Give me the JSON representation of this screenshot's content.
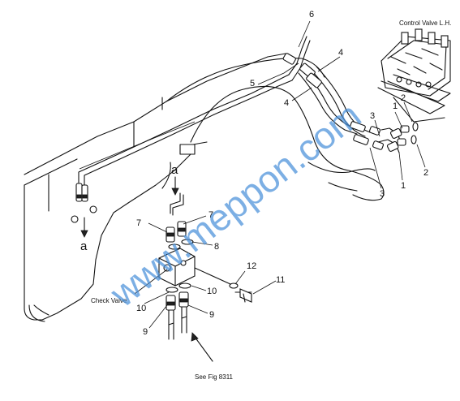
{
  "diagram": {
    "callouts": {
      "n1a": "1",
      "n1b": "1",
      "n2a": "2",
      "n2b": "2",
      "n3a": "3",
      "n3b": "3",
      "n4a": "4",
      "n4b": "4",
      "n5": "5",
      "n6": "6",
      "n7a": "7",
      "n7b": "7",
      "n8": "8",
      "n9a": "9",
      "n9b": "9",
      "n10a": "10",
      "n10b": "10",
      "n11": "11",
      "n12": "12"
    },
    "section_marks": {
      "top": "a",
      "bottom": "a"
    },
    "labels": {
      "control_valve": "Control Valve L.H.",
      "check_valve": "Check Valve",
      "see_fig": "See Fig 8311"
    },
    "watermark": "www.meppon.com"
  }
}
